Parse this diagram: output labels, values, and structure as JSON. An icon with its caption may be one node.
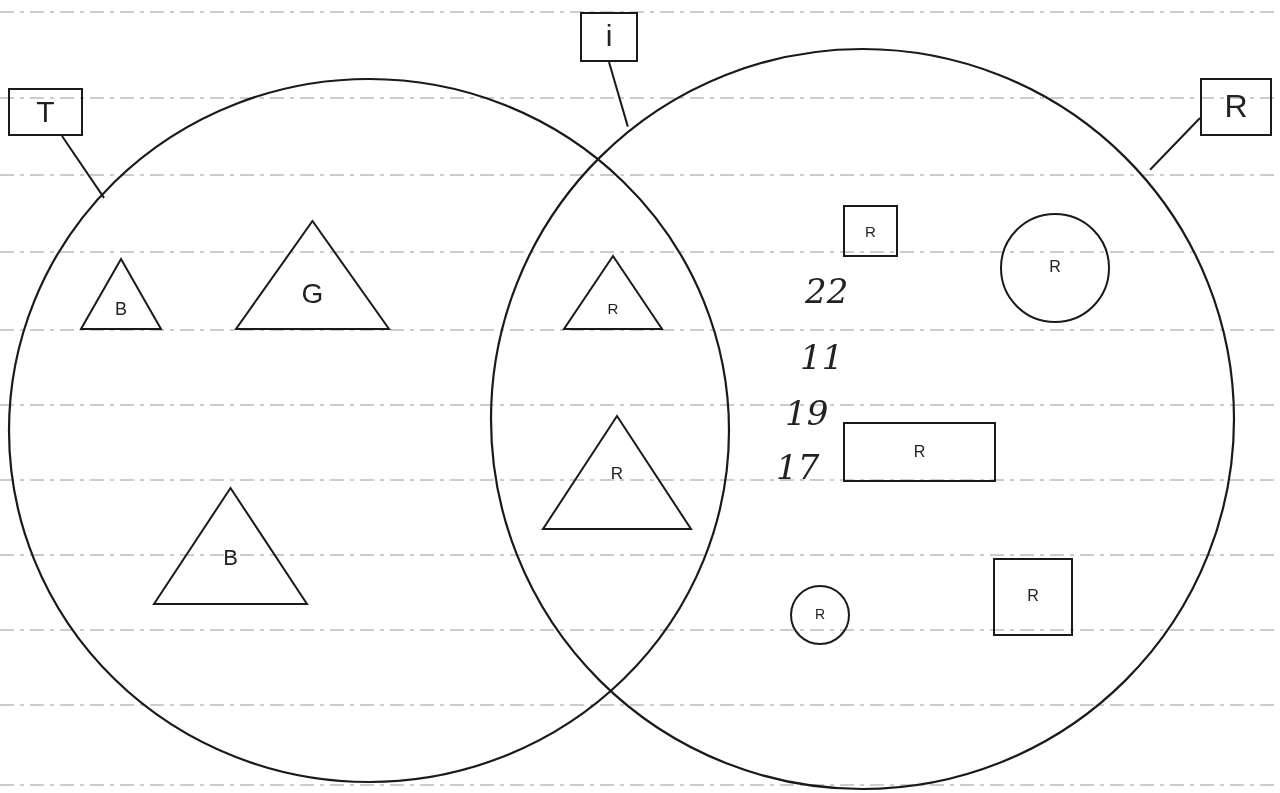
{
  "diagram": {
    "nodes": [
      {
        "text": [
          "T"
        ]
      },
      {
        "text": [
          "i"
        ]
      },
      {
        "text": [
          "R"
        ]
      },
      {
        "text": [],
        "shape": "circle"
      },
      {
        "text": [],
        "shape": "circle"
      },
      {
        "text": [
          "R"
        ],
        "in": 4
      },
      {
        "text": [
          "R"
        ],
        "in": 4
      },
      {
        "text": [
          "B"
        ],
        "in": 3
      },
      {
        "text": [
          "G"
        ],
        "in": 3
      },
      {
        "text": [
          "R"
        ]
      },
      {
        "text": [
          "R"
        ]
      },
      {
        "text": [
          "R"
        ],
        "in": 4
      },
      {
        "text": [
          "B"
        ],
        "in": 3
      },
      {
        "text": [
          "R"
        ],
        "in": 4
      },
      {
        "text": [
          "R"
        ],
        "in": 4
      }
    ],
    "edges": [
      {
        "from": 0,
        "to": 3,
        "arrow": "none"
      },
      {
        "from": 1,
        "to": 4,
        "arrow": "none"
      },
      {
        "from": 2,
        "to": 4,
        "arrow": "none"
      }
    ],
    "labels": [
      "22",
      "11",
      "19",
      "17"
    ]
  }
}
